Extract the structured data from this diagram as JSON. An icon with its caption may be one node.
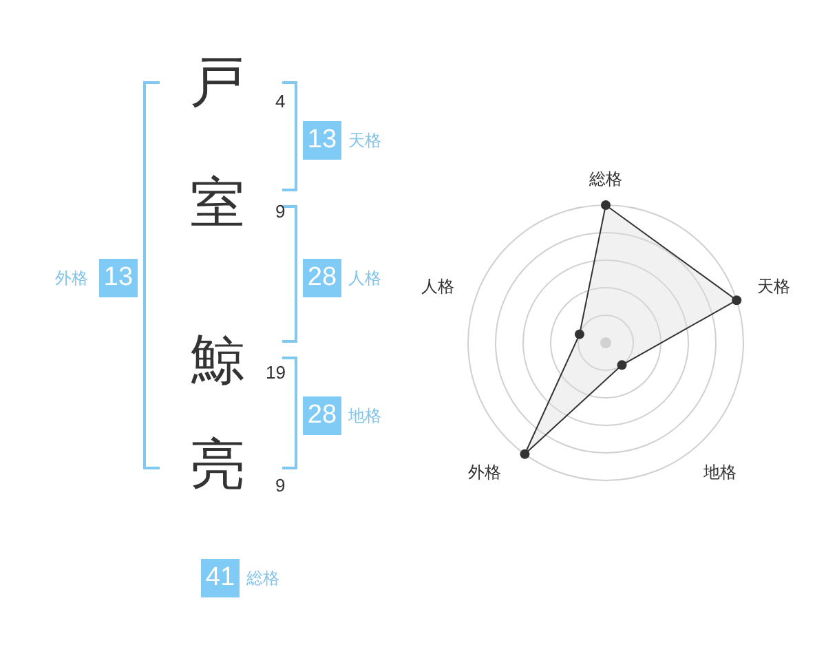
{
  "diagram": {
    "nodes": [
      {
        "text": [
          "13"
        ],
        "beside": [
          "天格"
        ]
      },
      {
        "text": [
          "13"
        ],
        "beside": [
          "外格"
        ]
      },
      {
        "text": [
          "28"
        ],
        "beside": [
          "人格"
        ]
      },
      {
        "text": [
          "28"
        ],
        "beside": [
          "地格"
        ]
      },
      {
        "text": [
          "41"
        ],
        "beside": [
          "総格"
        ]
      }
    ],
    "labels": [
      "戸",
      "4",
      "室",
      "9",
      "鯨",
      "19",
      "亮",
      "9",
      "総格",
      "天格",
      "人格",
      "地格",
      "外格"
    ]
  }
}
